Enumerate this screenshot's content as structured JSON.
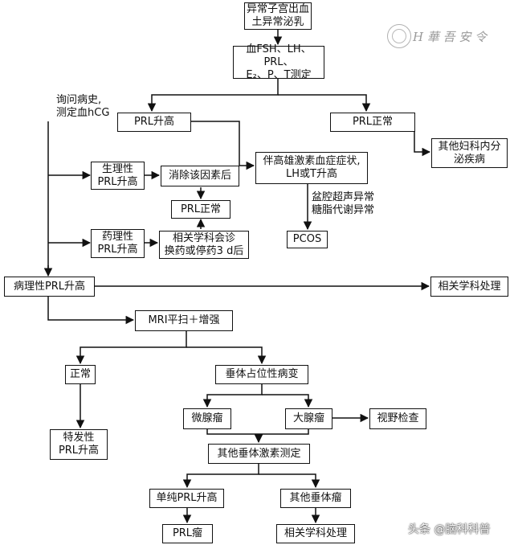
{
  "nodes": {
    "start": "异常子宫出血\n土异常泌乳",
    "tests": "血FSH、LH、PRL、\nE₂、P、T测定",
    "prl_high": "PRL升高",
    "prl_normal": "PRL正常",
    "other_endocrine": "其他妇科内分\n泌疾病",
    "hyperandrogen": "伴高雄激素血症症状,\nLH或T升高",
    "physiological": "生理性\nPRL升高",
    "eliminate_factor": "消除该因素后",
    "prl_normal_2": "PRL正常",
    "drug_induced": "药理性\nPRL升高",
    "consult": "相关学科会诊\n换药或停药3 d后",
    "pcos": "PCOS",
    "pathological": "病理性PRL升高",
    "related_dept_1": "相关学科处理",
    "mri": "MRI平扫＋增强",
    "mri_normal": "正常",
    "pituitary_lesion": "垂体占位性病变",
    "idiopathic": "特发性\nPRL升高",
    "microadenoma": "微腺瘤",
    "macroadenoma": "大腺瘤",
    "visual_field": "视野检查",
    "other_pituitary_hormones": "其他垂体激素测定",
    "simple_prl": "单纯PRL升高",
    "other_pituitary_tumor": "其他垂体瘤",
    "prolactinoma": "PRL瘤",
    "related_dept_2": "相关学科处理"
  },
  "labels": {
    "history": "询问病史,\n测定血hCG",
    "pelvic_us": "盆腔超声异常\n糖脂代谢异常"
  },
  "watermark": {
    "text": "H 華 吾 安 令",
    "credit": "头条 @脑科科普"
  },
  "colors": {
    "line": "#111111",
    "background": "#ffffff"
  }
}
